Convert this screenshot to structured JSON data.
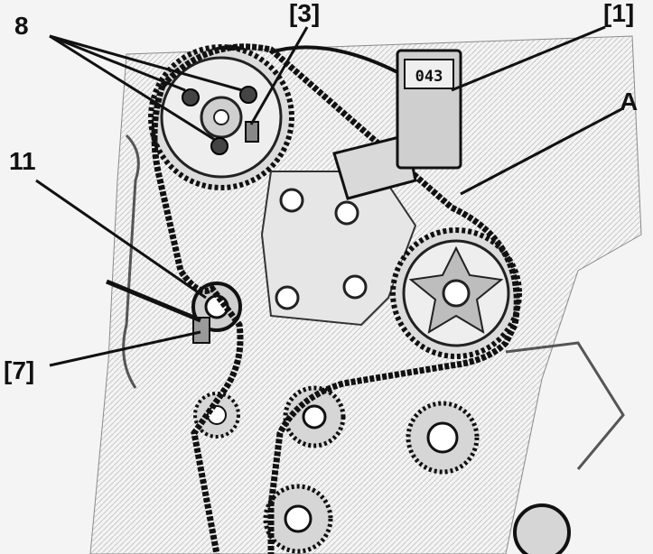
{
  "callouts": {
    "c8": "8",
    "c3": "[3]",
    "c1": "[1]",
    "cA": "A",
    "c11": "11",
    "c7": "[7]"
  },
  "gauge": {
    "display": "043"
  }
}
